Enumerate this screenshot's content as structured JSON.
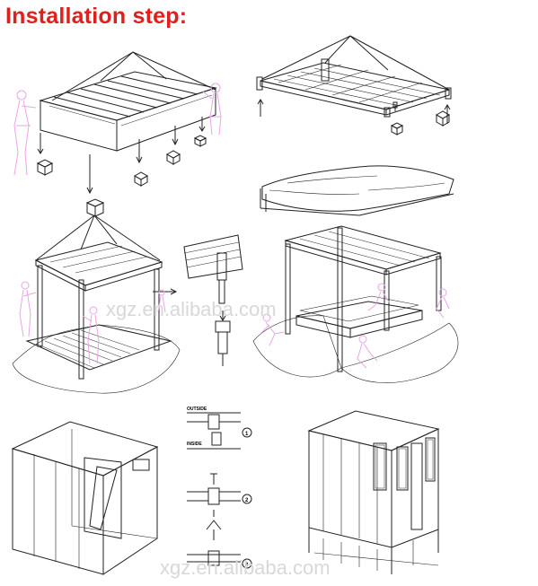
{
  "title": "Installation step:",
  "watermark_top": "xgz.en.alibaba.com",
  "watermark_bottom": "xgz.en.alibaba.com",
  "detail": {
    "label_outside": "OUTSIDE",
    "label_inside": "INSIDE",
    "step_numbers": [
      "1",
      "2",
      "3"
    ]
  },
  "colors": {
    "title": "#e0201c",
    "figure": "#e8a6e6",
    "line": "#222222",
    "watermark": "#d8d8d8"
  }
}
